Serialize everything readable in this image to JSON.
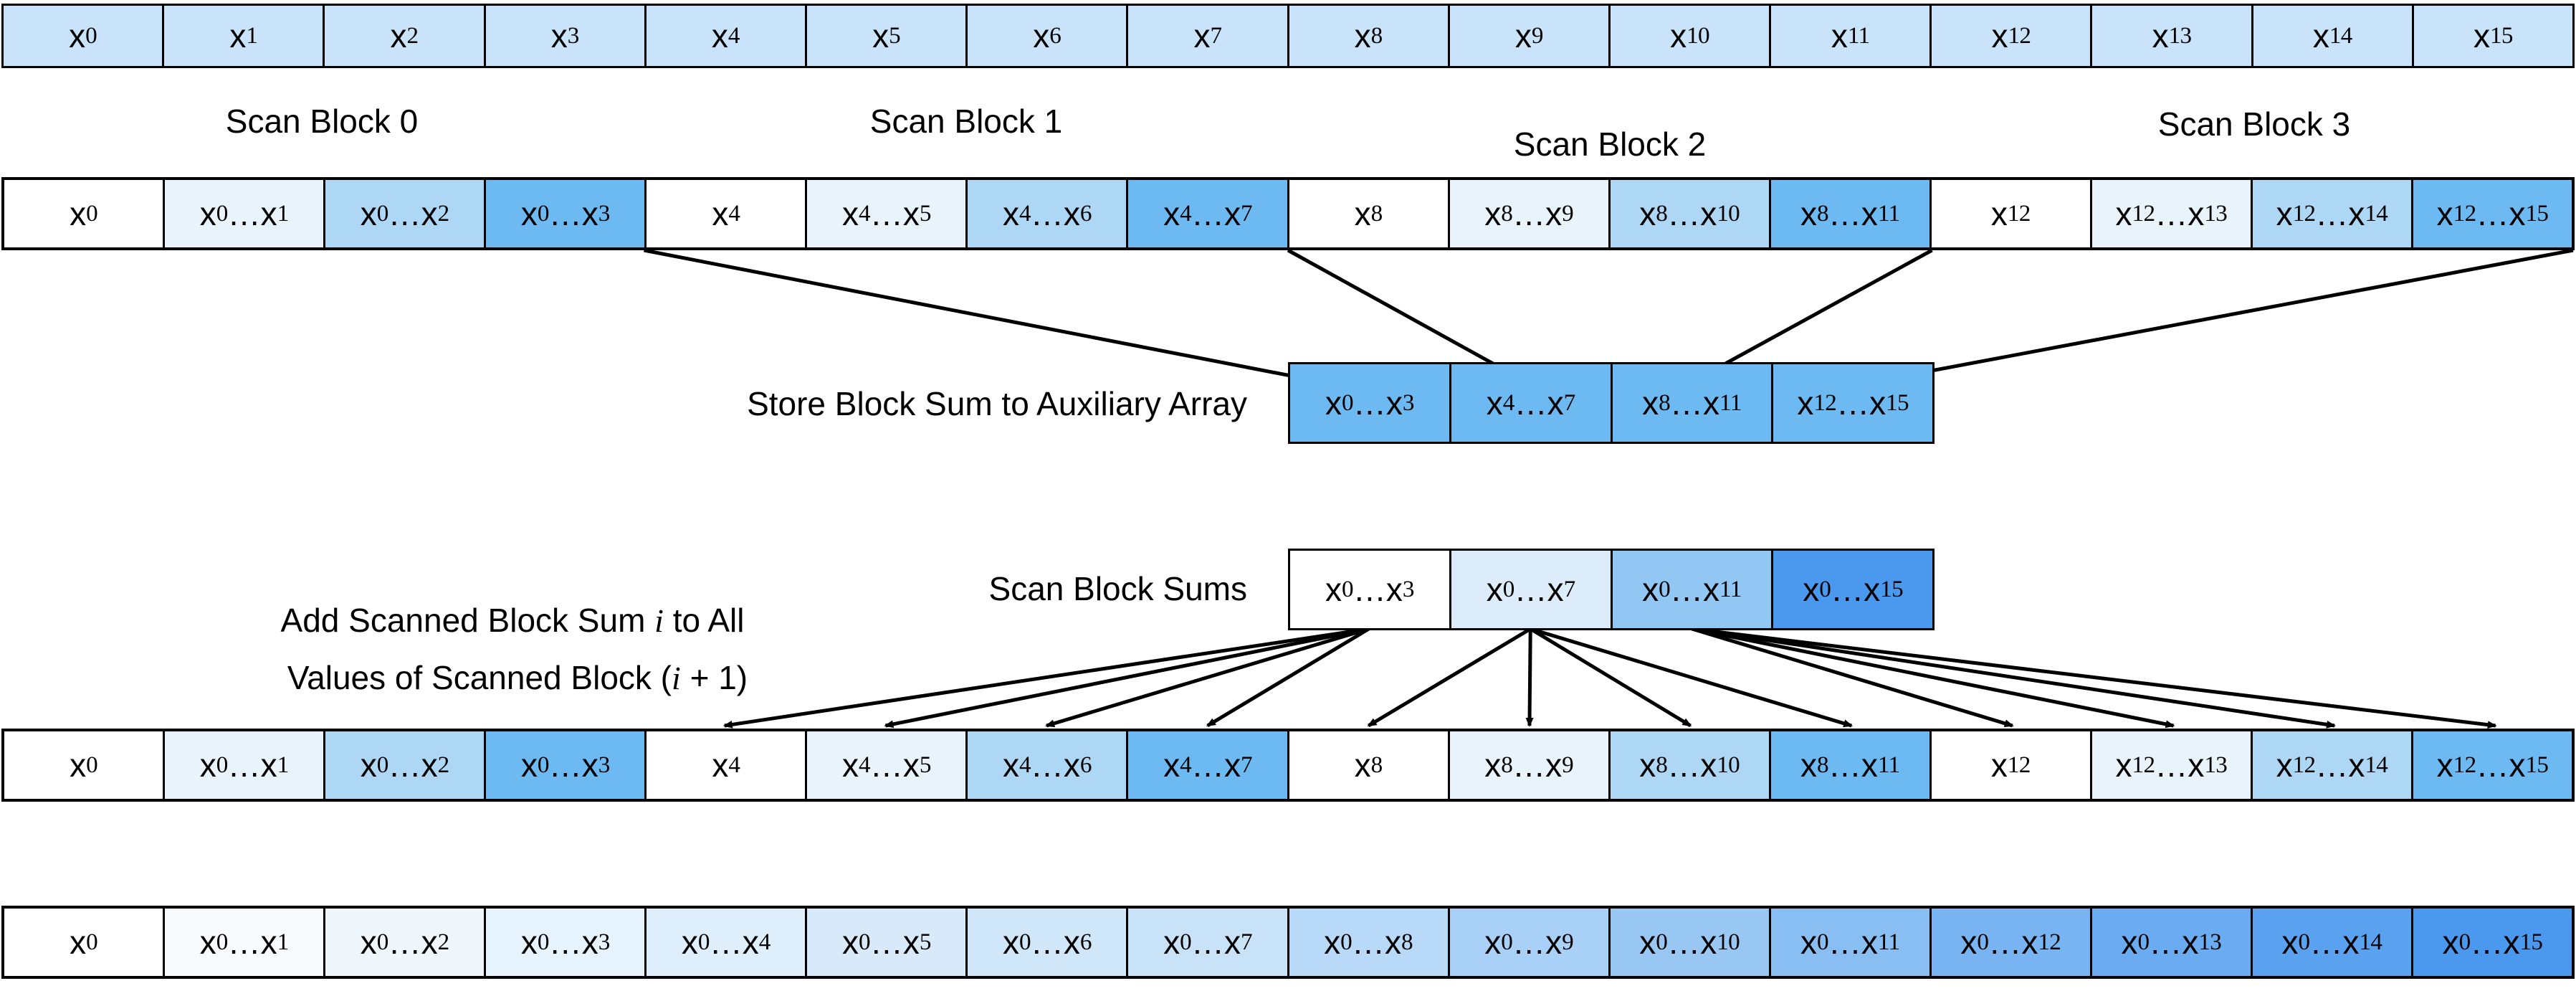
{
  "labels": {
    "scan_blocks": [
      "Scan Block 0",
      "Scan Block 1",
      "Scan Block 2",
      "Scan Block 3"
    ],
    "store": "Store Block Sum to Auxiliary Array",
    "scan_sums": "Scan Block Sums",
    "add_line1": "Add Scanned Block Sum {i} to All",
    "add_line2": "Values of Scanned Block ({i} + 1)"
  },
  "colors": {
    "input_fill": "#c9e4fa",
    "block_shades": [
      "#ffffff",
      "#e9f3fc",
      "#aed7f5",
      "#6db9f2"
    ],
    "aux_fill": "#6db9f2",
    "sums_shades": [
      "#ffffff",
      "#dcecfa",
      "#93c7f3",
      "#4a99ef"
    ],
    "final_dark": "#4a99ef",
    "border": "#000000"
  },
  "arrays": {
    "input": {
      "labels": [
        "x_0",
        "x_1",
        "x_2",
        "x_3",
        "x_4",
        "x_5",
        "x_6",
        "x_7",
        "x_8",
        "x_9",
        "x_10",
        "x_11",
        "x_12",
        "x_13",
        "x_14",
        "x_15"
      ],
      "fills": [
        "#c9e4fa",
        "#c9e4fa",
        "#c9e4fa",
        "#c9e4fa",
        "#c9e4fa",
        "#c9e4fa",
        "#c9e4fa",
        "#c9e4fa",
        "#c9e4fa",
        "#c9e4fa",
        "#c9e4fa",
        "#c9e4fa",
        "#c9e4fa",
        "#c9e4fa",
        "#c9e4fa",
        "#c9e4fa"
      ]
    },
    "scanned": {
      "labels": [
        "x_0",
        "x_0...x_1",
        "x_0...x_2",
        "x_0...x_3",
        "x_4",
        "x_4...x_5",
        "x_4...x_6",
        "x_4...x_7",
        "x_8",
        "x_8...x_9",
        "x_8...x_10",
        "x_8...x_11",
        "x_12",
        "x_12...x_13",
        "x_12...x_14",
        "x_12...x_15"
      ],
      "fills": [
        "#ffffff",
        "#e9f3fc",
        "#aed7f5",
        "#6db9f2",
        "#ffffff",
        "#e9f3fc",
        "#aed7f5",
        "#6db9f2",
        "#ffffff",
        "#e9f3fc",
        "#aed7f5",
        "#6db9f2",
        "#ffffff",
        "#e9f3fc",
        "#aed7f5",
        "#6db9f2"
      ]
    },
    "aux": {
      "labels": [
        "x_0...x_3",
        "x_4...x_7",
        "x_8...x_11",
        "x_12...x_15"
      ],
      "fills": [
        "#6db9f2",
        "#6db9f2",
        "#6db9f2",
        "#6db9f2"
      ]
    },
    "sums": {
      "labels": [
        "x_0...x_3",
        "x_0...x_7",
        "x_0...x_11",
        "x_0...x_15"
      ],
      "fills": [
        "#ffffff",
        "#dcecfa",
        "#93c7f3",
        "#4a99ef"
      ]
    },
    "result": {
      "labels": [
        "x_0",
        "x_0...x_1",
        "x_0...x_2",
        "x_0...x_3",
        "x_4",
        "x_4...x_5",
        "x_4...x_6",
        "x_4...x_7",
        "x_8",
        "x_8...x_9",
        "x_8...x_10",
        "x_8...x_11",
        "x_12",
        "x_12...x_13",
        "x_12...x_14",
        "x_12...x_15"
      ],
      "fills": [
        "#ffffff",
        "#e9f3fc",
        "#aed7f5",
        "#6db9f2",
        "#ffffff",
        "#e9f3fc",
        "#aed7f5",
        "#6db9f2",
        "#ffffff",
        "#e9f3fc",
        "#aed7f5",
        "#6db9f2",
        "#ffffff",
        "#e9f3fc",
        "#aed7f5",
        "#6db9f2"
      ]
    },
    "final": {
      "labels": [
        "x_0",
        "x_0...x_1",
        "x_0...x_2",
        "x_0...x_3",
        "x_0...x_4",
        "x_0...x_5",
        "x_0...x_6",
        "x_0...x_7",
        "x_0...x_8",
        "x_0...x_9",
        "x_0...x_10",
        "x_0...x_11",
        "x_0...x_12",
        "x_0...x_13",
        "x_0...x_14",
        "x_0...x_15"
      ],
      "fills": [
        "#ffffff",
        "#f7fbfe",
        "#eff7fd",
        "#e7f3fc",
        "#dfeefb",
        "#d8eafa",
        "#d0e6f9",
        "#c8e2f8",
        "#b8d9f7",
        "#a9d0f6",
        "#99c7f4",
        "#89bef3",
        "#79b4f2",
        "#6aabf1",
        "#5aa2f0",
        "#4a99ef"
      ]
    }
  },
  "arrows": {
    "to_aux": [
      {
        "from_cell": 3,
        "to_aux": 0
      },
      {
        "from_cell": 7,
        "to_aux": 1
      },
      {
        "from_cell": 11,
        "to_aux": 2
      },
      {
        "from_cell": 15,
        "to_aux": 3
      }
    ],
    "fan": [
      {
        "from_sum": 0,
        "to_cells": [
          4,
          5,
          6,
          7
        ]
      },
      {
        "from_sum": 1,
        "to_cells": [
          8,
          9,
          10,
          11
        ]
      },
      {
        "from_sum": 2,
        "to_cells": [
          12,
          13,
          14,
          15
        ]
      }
    ]
  }
}
